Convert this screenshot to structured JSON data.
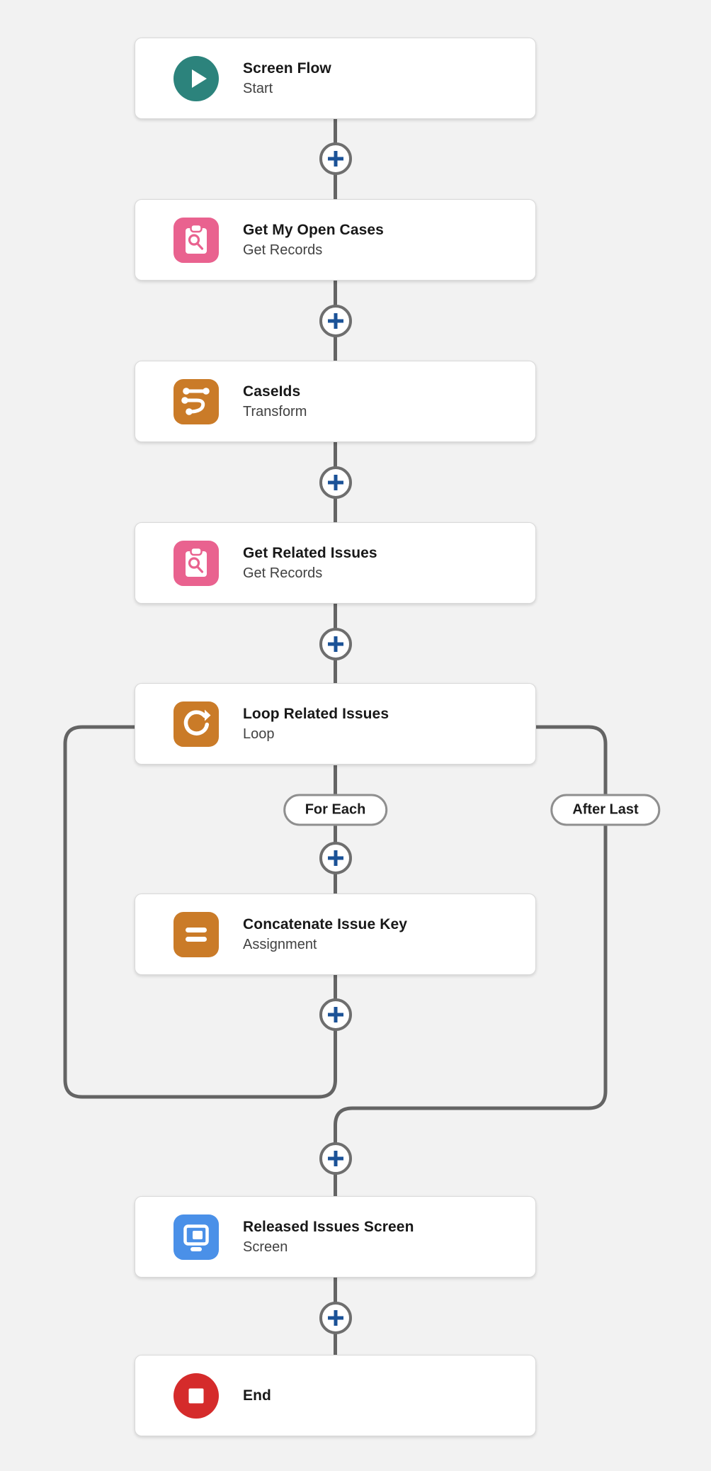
{
  "canvas": {
    "kind": "flow-builder-auto-layout"
  },
  "colors": {
    "background": "#f2f2f2",
    "connector": "#646464",
    "add_button_plus": "#1b5297",
    "add_button_ring": "#6e6e6e",
    "start_teal": "#2c837c",
    "data_pink": "#e9628f",
    "logic_orange": "#ca7b28",
    "screen_blue": "#4a90e8",
    "end_red": "#d52b2b"
  },
  "nodes": [
    {
      "title": "Screen Flow",
      "subtitle": "Start",
      "icon": "play-icon",
      "color": "#2c837c"
    },
    {
      "title": "Get My Open Cases",
      "subtitle": "Get Records",
      "icon": "get-records-icon",
      "color": "#e9628f"
    },
    {
      "title": "CaseIds",
      "subtitle": "Transform",
      "icon": "transform-icon",
      "color": "#ca7b28"
    },
    {
      "title": "Get Related Issues",
      "subtitle": "Get Records",
      "icon": "get-records-icon",
      "color": "#e9628f"
    },
    {
      "title": "Loop Related Issues",
      "subtitle": "Loop",
      "icon": "loop-icon",
      "color": "#ca7b28"
    },
    {
      "title": "Concatenate Issue Key",
      "subtitle": "Assignment",
      "icon": "assignment-icon",
      "color": "#ca7b28"
    },
    {
      "title": "Released Issues Screen",
      "subtitle": "Screen",
      "icon": "screen-icon",
      "color": "#4a90e8"
    },
    {
      "title": "End",
      "subtitle": "",
      "icon": "stop-icon",
      "color": "#d52b2b"
    }
  ],
  "branch_labels": {
    "for_each": "For Each",
    "after_last": "After Last"
  }
}
